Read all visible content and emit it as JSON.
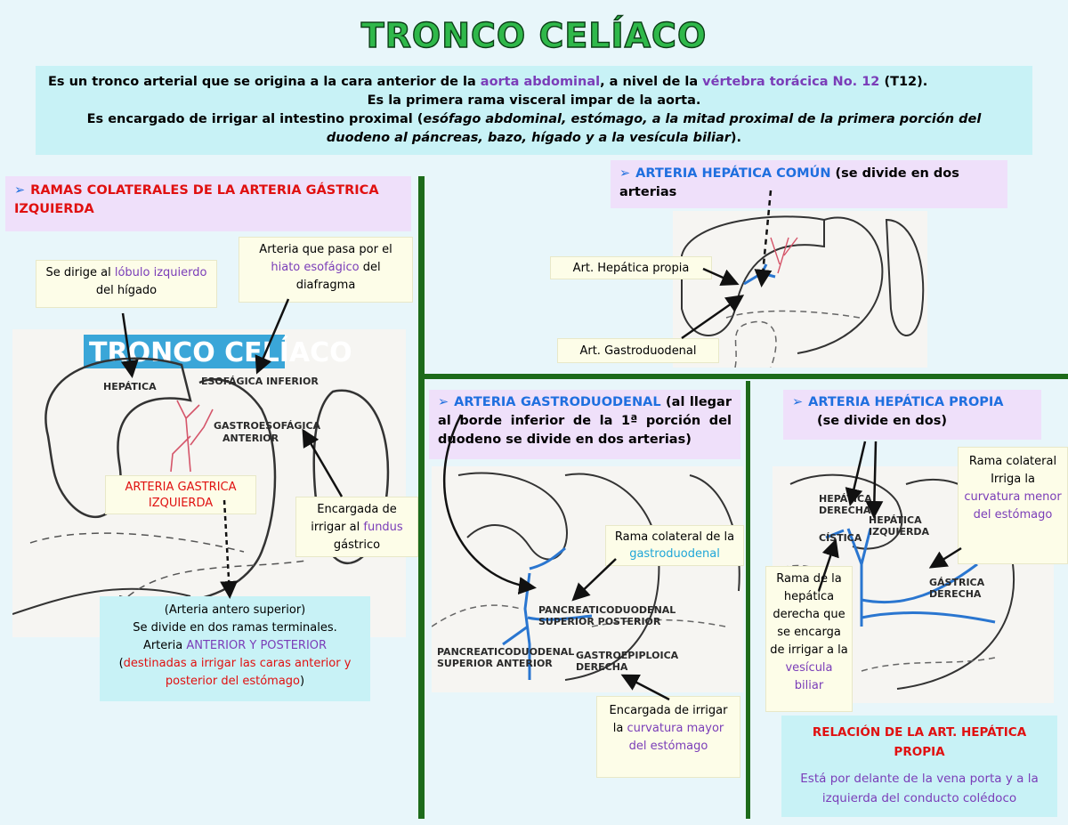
{
  "title": "TRONCO CELÍACO",
  "intro": {
    "l1a": "Es un tronco arterial que se origina a la cara anterior de la ",
    "l1b": "aorta abdominal",
    "l1c": ", a nivel de la ",
    "l1d": "vértebra torácica No. 12",
    "l1e": " (T12).",
    "l2": "Es la primera rama visceral impar de la aorta.",
    "l3a": "Es encargado de irrigar al intestino proximal (",
    "l3b": "esófago abdominal, estómago, a la mitad proximal de la primera porción del duodeno al páncreas, bazo, hígado y a la vesícula biliar",
    "l3c": ")."
  },
  "left": {
    "heading": "RAMAS COLATERALES DE LA ARTERIA GÁSTRICA IZQUIERDA",
    "note_lobulo": {
      "a": "Se dirige al ",
      "b": "lóbulo izquierdo",
      "c": " del hígado"
    },
    "note_hiato": {
      "a": "Arteria que pasa por el ",
      "b": "hiato esofágico",
      "c": " del diafragma"
    },
    "sketch": {
      "banner": "TRONCO CELÍACO",
      "l1": "HEPÁTICA",
      "l2": "ESOFÁGICA INFERIOR",
      "l3a": "GASTROESOFÁGICA",
      "l3b": "ANTERIOR"
    },
    "gastrica_label": "ARTERIA GASTRICA IZQUIERDA",
    "note_fundus": {
      "a": "Encargada de irrigar al ",
      "b": "fundus",
      "c": " gástrico"
    },
    "note_antero": {
      "a": "(Arteria antero superior)",
      "b": "Se divide en dos ramas terminales.",
      "c": "Arteria ",
      "d": "ANTERIOR Y POSTERIOR",
      "e": "(",
      "f": "destinadas a irrigar las caras anterior y posterior del estómago",
      "g": ")"
    }
  },
  "hepatica_comun": {
    "heading_a": "ARTERIA HEPÁTICA COMÚN",
    "heading_b": " (se divide en dos arterias",
    "label_propia": "Art. Hepática propia",
    "label_gastro": "Art. Gastroduodenal"
  },
  "gastroduodenal": {
    "heading_a": "ARTERIA GASTRODUODENAL",
    "heading_b": " (al llegar al borde inferior de la 1ª porción del duodeno se divide en dos arterias)",
    "sketch": {
      "l1a": "PANCREATICODUODENAL",
      "l1b": "SUPERIOR POSTERIOR",
      "l2a": "PANCREATICODUODENAL",
      "l2b": "SUPERIOR ANTERIOR",
      "l3a": "GASTROEPIPLOICA",
      "l3b": "DERECHA"
    },
    "note_colateral": {
      "a": "Rama colateral de la ",
      "b": "gastroduodenal"
    },
    "note_mayor": {
      "a": "Encargada de irrigar la ",
      "b": "curvatura mayor del estómago"
    }
  },
  "hepatica_propia": {
    "heading_a": "ARTERIA HEPÁTICA PROPIA",
    "heading_b": "(se divide en dos)",
    "sketch": {
      "l1a": "HEPÁTICA",
      "l1b": "DERECHA",
      "l2a": "HEPÁTICA",
      "l2b": "IZQUIERDA",
      "l3": "CÍSTICA",
      "l4a": "GÁSTRICA",
      "l4b": "DERECHA"
    },
    "note_rama_colateral": {
      "a": "Rama colateral Irriga la ",
      "b": "curvatura menor del estómago"
    },
    "note_cistica": {
      "a": "Rama de la hepática derecha que se encarga de irrigar a la ",
      "b": "vesícula biliar"
    },
    "relacion_title": "RELACIÓN DE LA ART. HEPÁTICA PROPIA",
    "relacion_text": "Está por delante de la vena porta y a la izquierda del conducto colédoco"
  },
  "colors": {
    "title": "#2fb84a",
    "accent_blue": "#1f6fdf",
    "accent_purple": "#7a3db8",
    "accent_red": "#e01010",
    "divider": "#1d6b1a",
    "intro_bg": "#c8f2f6",
    "heading_bg": "#efe0fa",
    "note_bg": "#fdfde8"
  }
}
